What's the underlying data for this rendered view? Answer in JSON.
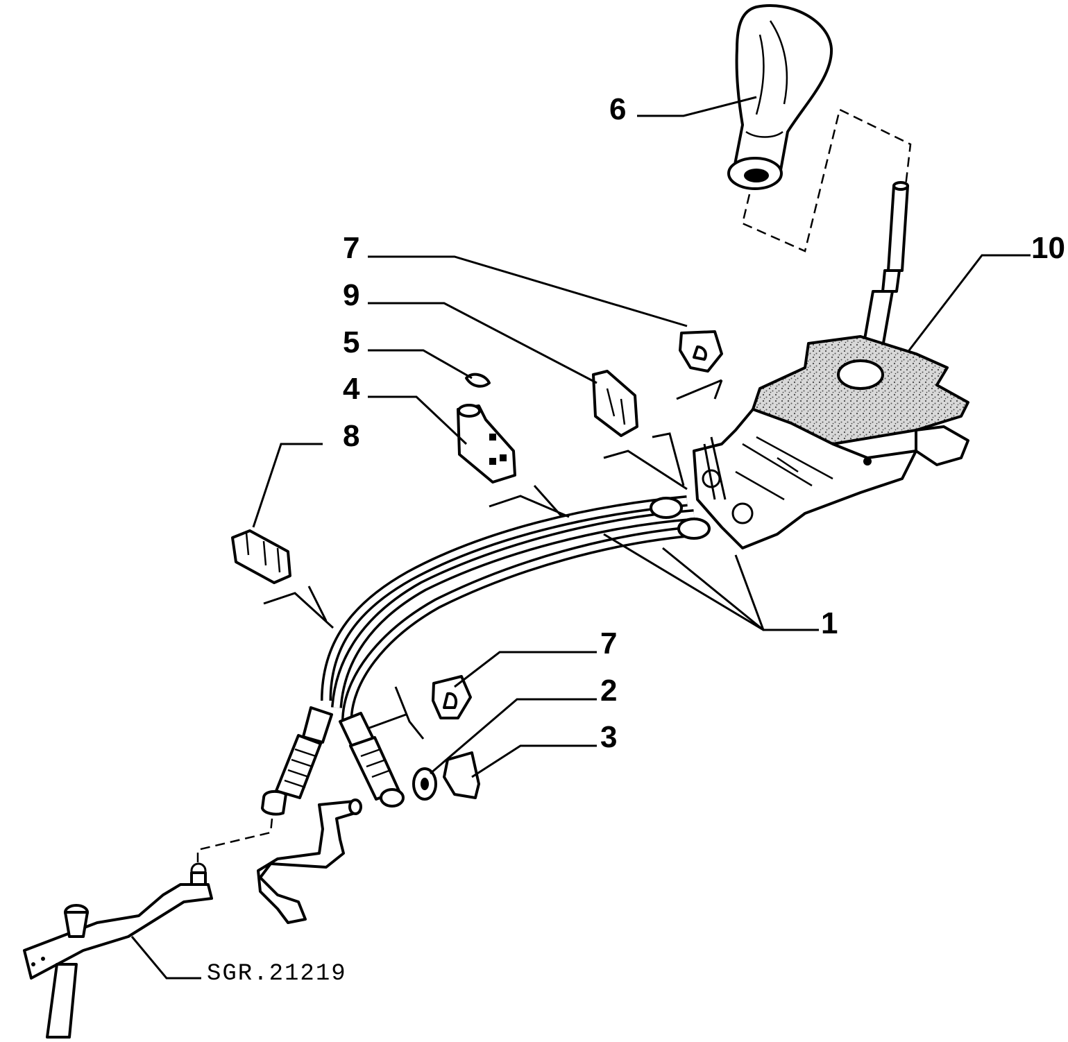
{
  "diagram": {
    "callouts": [
      {
        "id": "6",
        "text": "6"
      },
      {
        "id": "10",
        "text": "10"
      },
      {
        "id": "7a",
        "text": "7"
      },
      {
        "id": "9",
        "text": "9"
      },
      {
        "id": "5",
        "text": "5"
      },
      {
        "id": "4",
        "text": "4"
      },
      {
        "id": "8",
        "text": "8"
      },
      {
        "id": "1",
        "text": "1"
      },
      {
        "id": "7b",
        "text": "7"
      },
      {
        "id": "2",
        "text": "2"
      },
      {
        "id": "3",
        "text": "3"
      }
    ],
    "reference": "SGR.21219"
  }
}
